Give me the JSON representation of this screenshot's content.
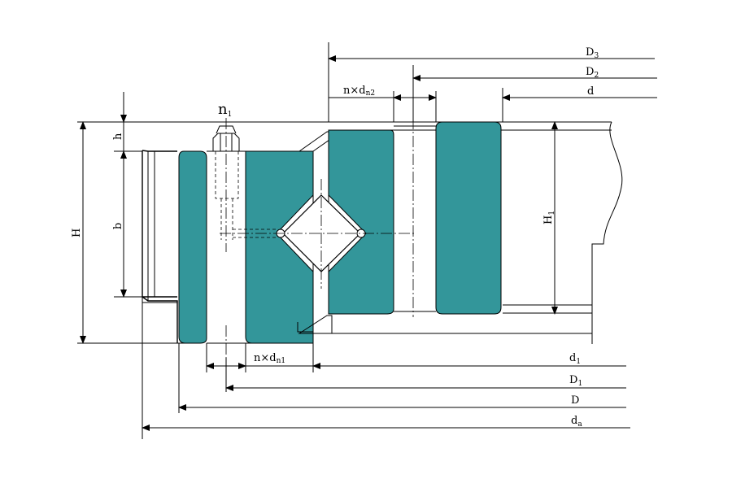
{
  "labels": {
    "D3": {
      "main": "D",
      "sub": "3"
    },
    "D2": {
      "main": "D",
      "sub": "2"
    },
    "d": {
      "main": "d",
      "sub": ""
    },
    "n_dn2": {
      "main": "n×d",
      "sub": "n2"
    },
    "n1": {
      "main": "n",
      "sub": "1"
    },
    "h": {
      "main": "h",
      "sub": ""
    },
    "H": {
      "main": "H",
      "sub": ""
    },
    "b": {
      "main": "b",
      "sub": ""
    },
    "H1": {
      "main": "H",
      "sub": "1"
    },
    "n_dn1": {
      "main": "n×d",
      "sub": "n1"
    },
    "d1": {
      "main": "d",
      "sub": "1"
    },
    "D1": {
      "main": "D",
      "sub": "1"
    },
    "D": {
      "main": "D",
      "sub": ""
    },
    "da": {
      "main": "d",
      "sub": "a"
    }
  },
  "colors": {
    "ring_fill": "#33969a",
    "line": "#000000",
    "background": "#ffffff"
  }
}
